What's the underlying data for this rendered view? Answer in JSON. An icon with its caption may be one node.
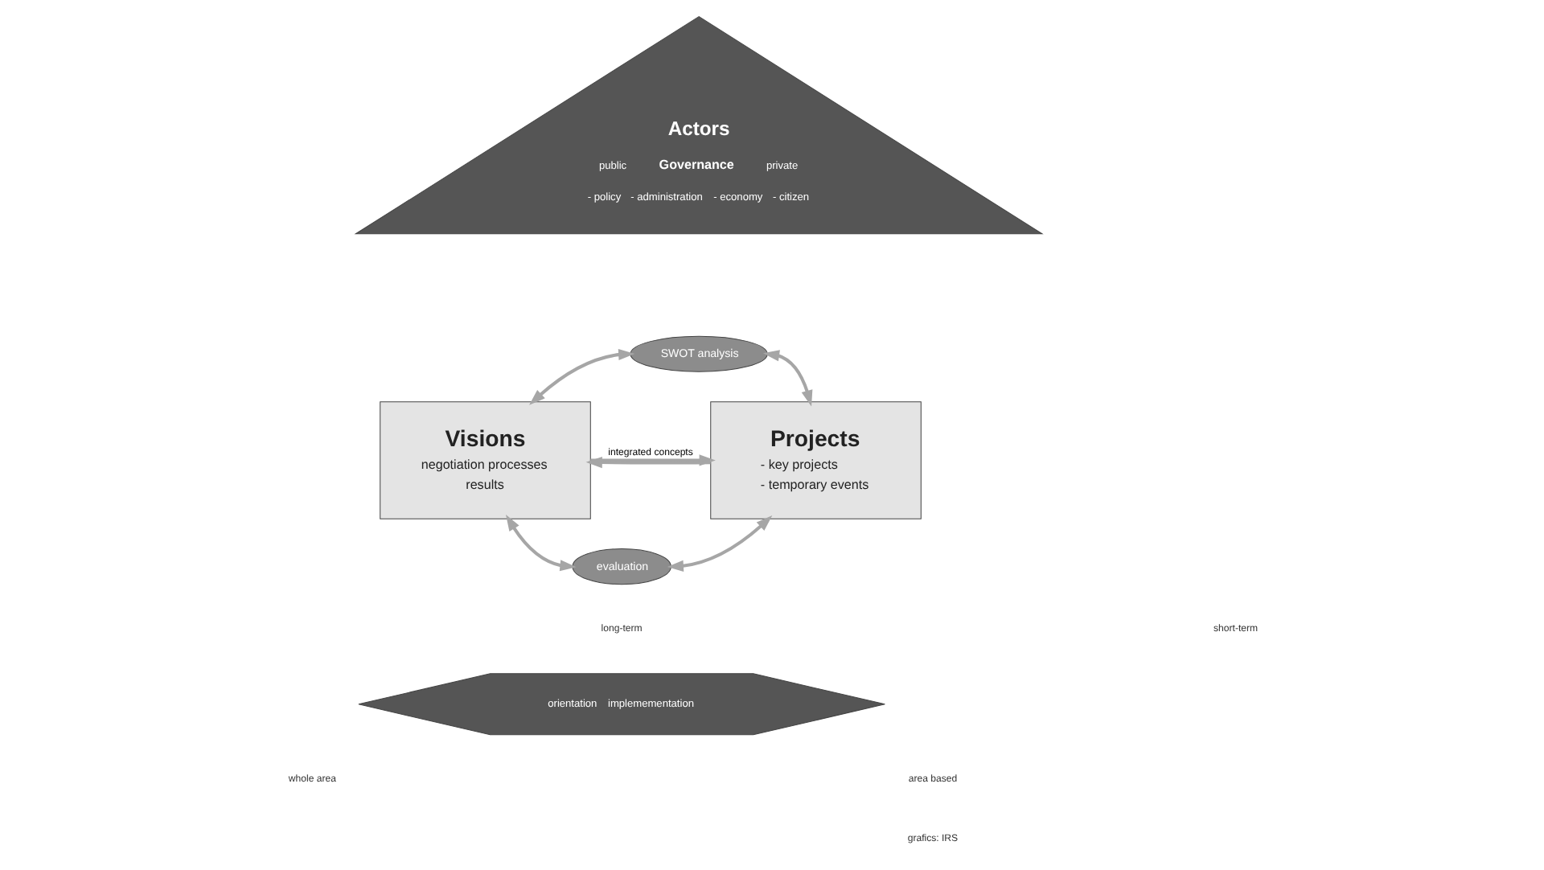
{
  "diagram": {
    "nodes": [
      {
        "text": [
          "Actors",
          "public",
          "Governance",
          "private",
          "- policy",
          "- administration",
          "- economy",
          "- citizen"
        ]
      },
      {
        "text": [
          "SWOT analysis"
        ]
      },
      {
        "text": [
          "Visions",
          "negotiation processes",
          "results"
        ]
      },
      {
        "text": [
          "Projects",
          "- key projects",
          "- temporary events"
        ]
      },
      {
        "text": [
          "evaluation"
        ]
      },
      {
        "text": [
          "orientation",
          "implemementation"
        ]
      }
    ],
    "edges": [
      {
        "from": 1,
        "to": 2,
        "arrow": "both"
      },
      {
        "from": 1,
        "to": 3,
        "arrow": "both"
      },
      {
        "from": 2,
        "to": 3,
        "arrow": "to",
        "label": "integrated concepts"
      },
      {
        "from": 3,
        "to": 2,
        "arrow": "to"
      },
      {
        "from": 2,
        "to": 4,
        "arrow": "both"
      },
      {
        "from": 3,
        "to": 4,
        "arrow": "both"
      }
    ],
    "labels": [
      "long-term",
      "short-term",
      "whole area",
      "area based",
      "grafics: IRS"
    ]
  }
}
